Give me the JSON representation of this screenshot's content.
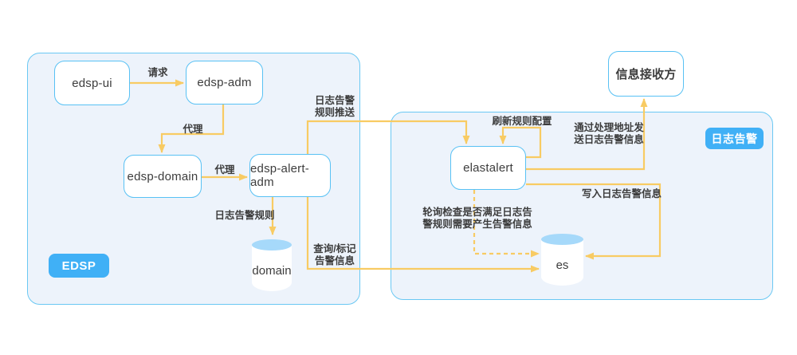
{
  "diagram": {
    "containers": {
      "edsp_badge": "EDSP",
      "log_alert_badge": "日志告警"
    },
    "nodes": {
      "edsp_ui": "edsp-ui",
      "edsp_adm": "edsp-adm",
      "edsp_domain": "edsp-domain",
      "edsp_alert_adm": "edsp-alert-adm",
      "domain_db": "domain",
      "elastalert": "elastalert",
      "es_db": "es",
      "receiver": "信息接收方"
    },
    "edges": {
      "request": "请求",
      "proxy_adm": "代理",
      "proxy_domain": "代理",
      "rule_push": "日志告警\n规则推送",
      "refresh_rules": "刷新规则配置",
      "send_via_handler": "通过处理地址发\n送日志告警信息",
      "write_alert": "写入日志告警信息",
      "poll_check": "轮询检查是否满足日志告\n警规则需要产生告警信息",
      "log_alert_rule": "日志告警规则",
      "query_mark": "查询/标记\n告警信息"
    },
    "colors": {
      "arrow": "#F8CB63",
      "box_border": "#58C1F4",
      "container_border": "#6AC8F3",
      "container_fill": "#EDF3FB",
      "badge_blue": "#40B0F6",
      "cylinder_top": "#A6D9FA",
      "label_text": "#3C3C3C"
    }
  }
}
